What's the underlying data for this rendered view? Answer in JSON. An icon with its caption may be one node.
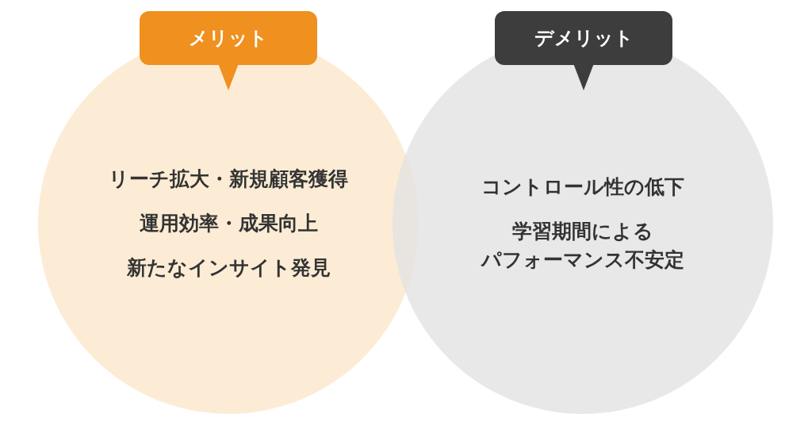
{
  "diagram": {
    "nodes": [
      {
        "text": [
          "メリット"
        ]
      },
      {
        "text": [
          "リーチ拡大・新規顧客獲得",
          "運用効率・成果向上",
          "新たなインサイト発見"
        ]
      },
      {
        "text": [
          "デメリット"
        ]
      },
      {
        "text": [
          "コントロール性の低下",
          "学習期間によるパフォーマンス不安定"
        ]
      }
    ]
  }
}
